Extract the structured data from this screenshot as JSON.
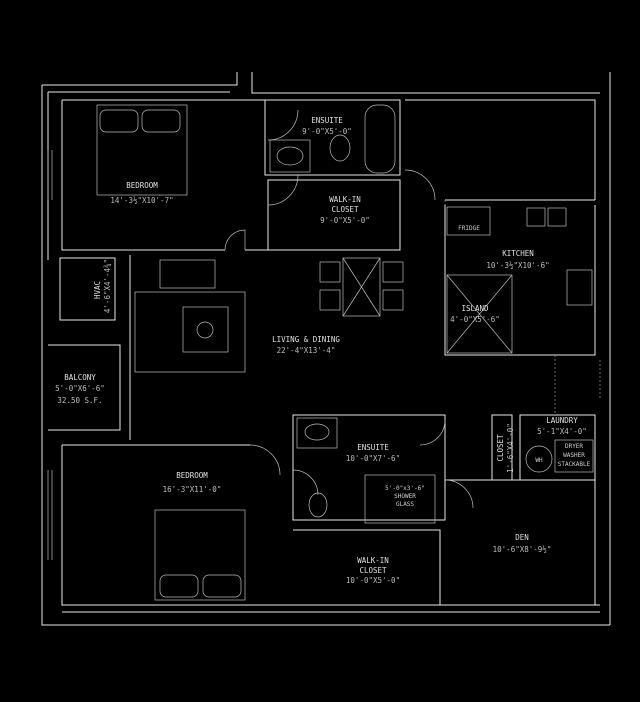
{
  "rooms": {
    "bedroom1": {
      "name": "BEDROOM",
      "size": "14'-3½\"X10'-7\""
    },
    "ensuite1": {
      "name": "ENSUITE",
      "size": "9'-0\"X5'-0\""
    },
    "walkin1": {
      "name1": "WALK-IN",
      "name2": "CLOSET",
      "size": "9'-0\"X5'-0\""
    },
    "kitchen": {
      "name": "KITCHEN",
      "size": "10'-3½\"X10'-6\"",
      "fridge": "FRIDGE"
    },
    "island": {
      "name": "ISLAND",
      "size": "4'-0\"X5'-6\""
    },
    "living": {
      "name": "LIVING & DINING",
      "size": "22'-4\"X13'-4\""
    },
    "hvac": {
      "name": "HVAC",
      "size": "4'-6\"X4'-4¾\""
    },
    "balcony": {
      "name": "BALCONY",
      "size": "5'-0\"X6'-6\"",
      "area": "32.50 S.F."
    },
    "ensuite2": {
      "name": "ENSUITE",
      "size": "10'-0\"X7'-6\"",
      "shower_size": "5'-0\"x3'-6\"",
      "shower1": "SHOWER",
      "shower2": "GLASS"
    },
    "bedroom2": {
      "name": "BEDROOM",
      "size": "16'-3\"X11'-0\""
    },
    "walkin2": {
      "name1": "WALK-IN",
      "name2": "CLOSET",
      "size": "10'-0\"X5'-0\""
    },
    "closet": {
      "name": "CLOSET",
      "size": "1'-6\"X4'-0\""
    },
    "laundry": {
      "name": "LAUNDRY",
      "size": "5'-1\"X4'-0\"",
      "wh": "WH",
      "dryer": "DRYER",
      "washer": "WASHER",
      "stackable": "STACKABLE"
    },
    "den": {
      "name": "DEN",
      "size": "10'-6\"X8'-9½\""
    }
  }
}
